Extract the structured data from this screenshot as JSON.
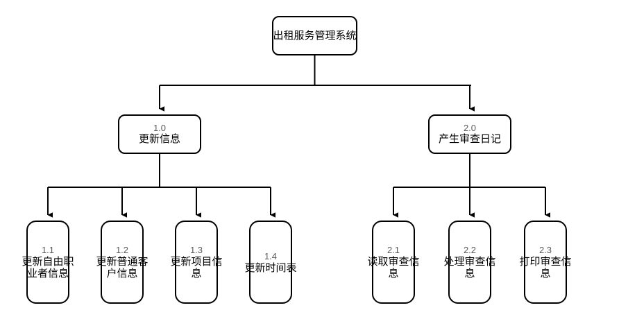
{
  "diagram": {
    "type": "functional-decomposition-tree",
    "background_color": "#ffffff",
    "line_color": "#000000",
    "id_text_color": "#5a5a5a",
    "label_text_color": "#000000",
    "root": {
      "id": "",
      "label": "出租服务管理系统"
    },
    "level2": [
      {
        "id": "1.0",
        "label": "更新信息"
      },
      {
        "id": "2.0",
        "label": "产生审查日记"
      }
    ],
    "leaves_left": [
      {
        "id": "1.1",
        "label": "更新自由职业者信息"
      },
      {
        "id": "1.2",
        "label": "更新普通客户信息"
      },
      {
        "id": "1.3",
        "label": "更新项目信息"
      },
      {
        "id": "1.4",
        "label": "更新时间表"
      }
    ],
    "leaves_right": [
      {
        "id": "2.1",
        "label": "读取审查信息"
      },
      {
        "id": "2.2",
        "label": "处理审查信息"
      },
      {
        "id": "2.3",
        "label": "打印审查信息"
      }
    ]
  }
}
